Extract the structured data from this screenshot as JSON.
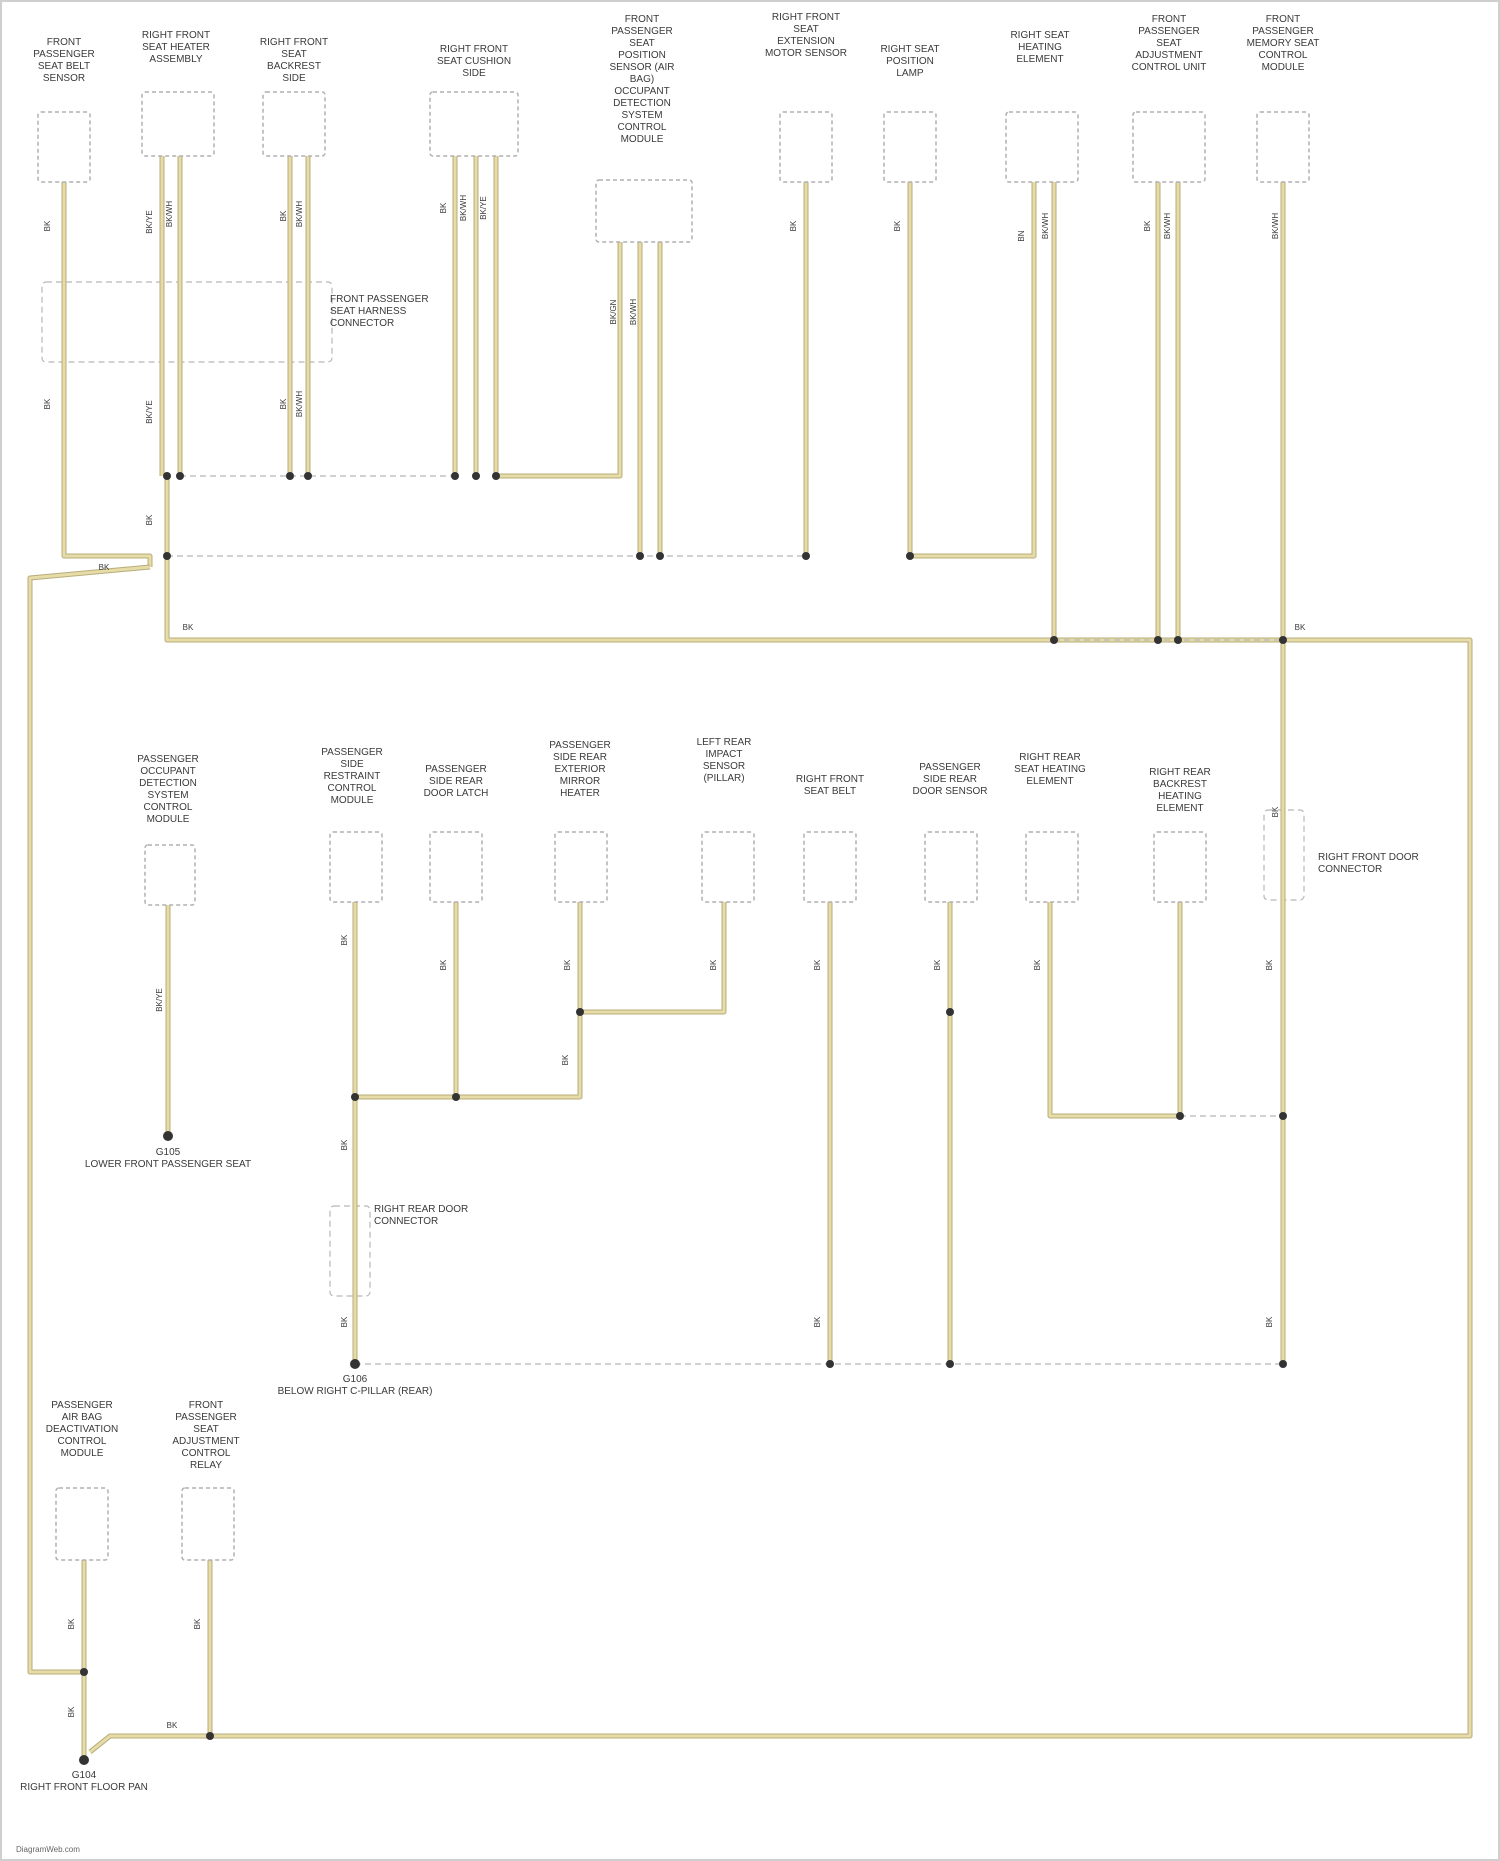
{
  "diagram": {
    "wire_color": "#e6dca8",
    "wire_edge_color": "#b8ad7a",
    "box_color": "#b0b0b0",
    "dashed_color": "#b8b8b8",
    "node_color": "#333333",
    "components": [
      {
        "id": "C1",
        "label": "FRONT PASSENGER SEAT BELT SENSOR"
      },
      {
        "id": "C2",
        "label": "RIGHT FRONT SEAT HEATER ASSEMBLY"
      },
      {
        "id": "C3",
        "label": "RIGHT FRONT SEAT BACKREST SIDE"
      },
      {
        "id": "C4",
        "label": "RIGHT FRONT SEAT CUSHION SIDE"
      },
      {
        "id": "C5",
        "label": "FRONT PASSENGER SEAT POSITION SENSOR (AIR BAG) OCCUPANT DETECTION SYSTEM CONTROL MODULE"
      },
      {
        "id": "C6",
        "label": "RIGHT FRONT SEAT EXTENSION MOTOR SENSOR"
      },
      {
        "id": "C7",
        "label": "RIGHT SEAT POSITION LAMP"
      },
      {
        "id": "C8",
        "label": "RIGHT SEAT HEATING ELEMENT"
      },
      {
        "id": "C9",
        "label": "FRONT PASSENGER SEAT ADJUSTMENT CONTROL UNIT"
      },
      {
        "id": "C10",
        "label": "FRONT PASSENGER MEMORY SEAT CONTROL MODULE"
      },
      {
        "id": "C11",
        "label": "PASSENGER OCCUPANT DETECTION SYSTEM CONTROL MODULE"
      },
      {
        "id": "C12",
        "label": "PASSENGER SIDE RESTRAINT CONTROL MODULE"
      },
      {
        "id": "C13",
        "label": "PASSENGER SIDE REAR DOOR LATCH"
      },
      {
        "id": "C14",
        "label": "PASSENGER SIDE REAR EXTERIOR MIRROR HEATER"
      },
      {
        "id": "C15",
        "label": "LEFT REAR IMPACT SENSOR (PILLAR)"
      },
      {
        "id": "C16",
        "label": "RIGHT FRONT SEAT BELT"
      },
      {
        "id": "C17",
        "label": "PASSENGER SIDE REAR DOOR SENSOR"
      },
      {
        "id": "C18",
        "label": "RIGHT REAR SEAT HEATING ELEMENT"
      },
      {
        "id": "C19",
        "label": "RIGHT REAR BACKREST HEATING ELEMENT"
      },
      {
        "id": "C20",
        "label": "PASSENGER AIR BAG DEACTIVATION CONTROL MODULE"
      },
      {
        "id": "C21",
        "label": "FRONT PASSENGER SEAT ADJUSTMENT CONTROL RELAY"
      }
    ],
    "connectors": [
      {
        "id": "K1",
        "label": "FRONT PASSENGER SEAT HARNESS CONNECTOR"
      },
      {
        "id": "K2",
        "label": "RIGHT REAR DOOR CONNECTOR"
      },
      {
        "id": "K3",
        "label": "RIGHT FRONT DOOR CONNECTOR"
      }
    ],
    "grounds": [
      {
        "id": "G1",
        "code": "G105",
        "label": "LOWER FRONT PASSENGER SEAT"
      },
      {
        "id": "G2",
        "code": "G106",
        "label": "BELOW RIGHT C-PILLAR (REAR)"
      },
      {
        "id": "G3",
        "code": "G104",
        "label": "RIGHT FRONT FLOOR PAN"
      }
    ],
    "wire_labels": [
      "BK",
      "BK/WH",
      "BK/YE",
      "BK/GN",
      "BN"
    ],
    "footer": "DiagramWeb.com"
  }
}
